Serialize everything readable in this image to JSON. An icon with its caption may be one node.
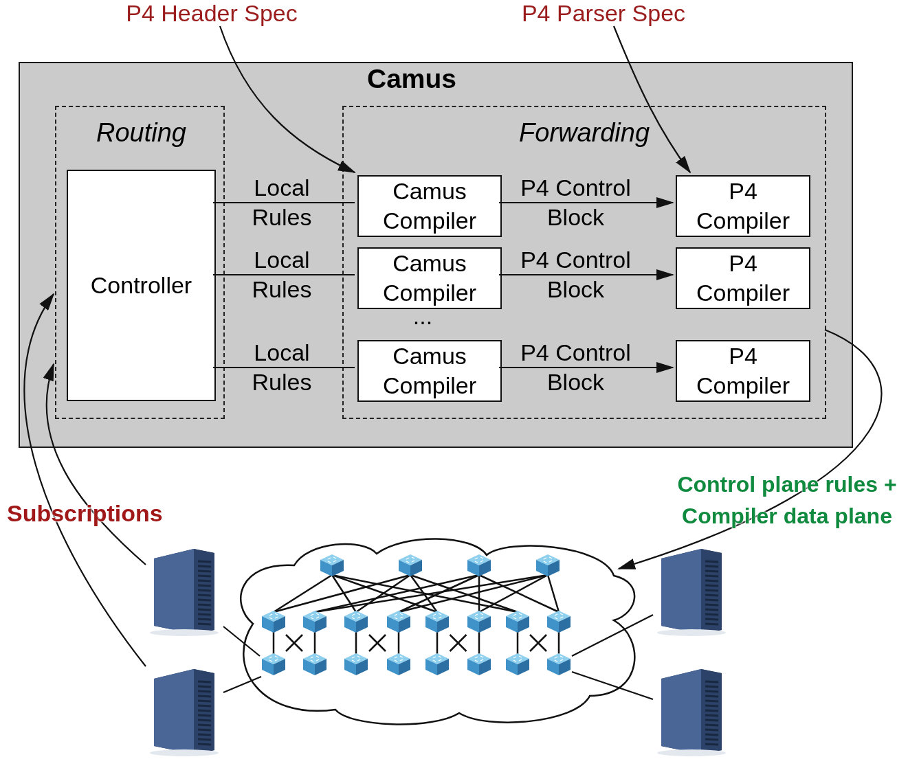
{
  "diagram": {
    "nodes": [
      {
        "text": [
          "P4 Header Spec"
        ]
      },
      {
        "text": [
          "P4 Parser Spec"
        ]
      },
      {
        "text": [
          "Camus"
        ]
      },
      {
        "text": [
          "Routing"
        ],
        "in": 2
      },
      {
        "text": [
          "Controller"
        ],
        "in": 3
      },
      {
        "text": [
          "Forwarding"
        ],
        "in": 2
      },
      {
        "text": [
          "Camus Compiler"
        ],
        "in": 5
      },
      {
        "text": [
          "P4 Compiler"
        ],
        "in": 5
      },
      {
        "text": [
          "Camus Compiler"
        ],
        "in": 5
      },
      {
        "text": [
          "P4 Compiler"
        ],
        "in": 5
      },
      {
        "text": [
          "Camus Compiler"
        ],
        "in": 5
      },
      {
        "text": [
          "P4 Compiler"
        ],
        "in": 5
      },
      {
        "text": [],
        "shape": "cloud"
      },
      {
        "text": [],
        "shape": "picture"
      },
      {
        "text": [],
        "shape": "picture"
      },
      {
        "text": [],
        "shape": "picture"
      },
      {
        "text": [],
        "shape": "picture"
      }
    ],
    "edges": [
      {
        "from": 0,
        "to": 6,
        "arrow": "to"
      },
      {
        "from": 1,
        "to": 7,
        "arrow": "to"
      },
      {
        "from": 4,
        "to": 6,
        "arrow": "none",
        "label": "Local Rules"
      },
      {
        "from": 4,
        "to": 8,
        "arrow": "none",
        "label": "Local Rules"
      },
      {
        "from": 4,
        "to": 10,
        "arrow": "none",
        "label": "Local Rules"
      },
      {
        "from": 6,
        "to": 7,
        "arrow": "to",
        "label": "P4 Control Block"
      },
      {
        "from": 8,
        "to": 9,
        "arrow": "to",
        "label": "P4 Control Block"
      },
      {
        "from": 10,
        "to": 11,
        "arrow": "to",
        "label": "P4 Control Block"
      },
      {
        "from": 13,
        "to": 3,
        "arrow": "to"
      },
      {
        "from": 15,
        "to": 3,
        "arrow": "to"
      },
      {
        "from": 5,
        "to": 12,
        "arrow": "to",
        "label": "Control plane rules + Compiler data plane"
      },
      {
        "from": 13,
        "to": 12,
        "arrow": "none"
      },
      {
        "from": 14,
        "to": 12,
        "arrow": "none"
      },
      {
        "from": 15,
        "to": 12,
        "arrow": "none"
      },
      {
        "from": 16,
        "to": 12,
        "arrow": "none"
      }
    ],
    "labels": [
      "...",
      "Subscriptions"
    ]
  }
}
